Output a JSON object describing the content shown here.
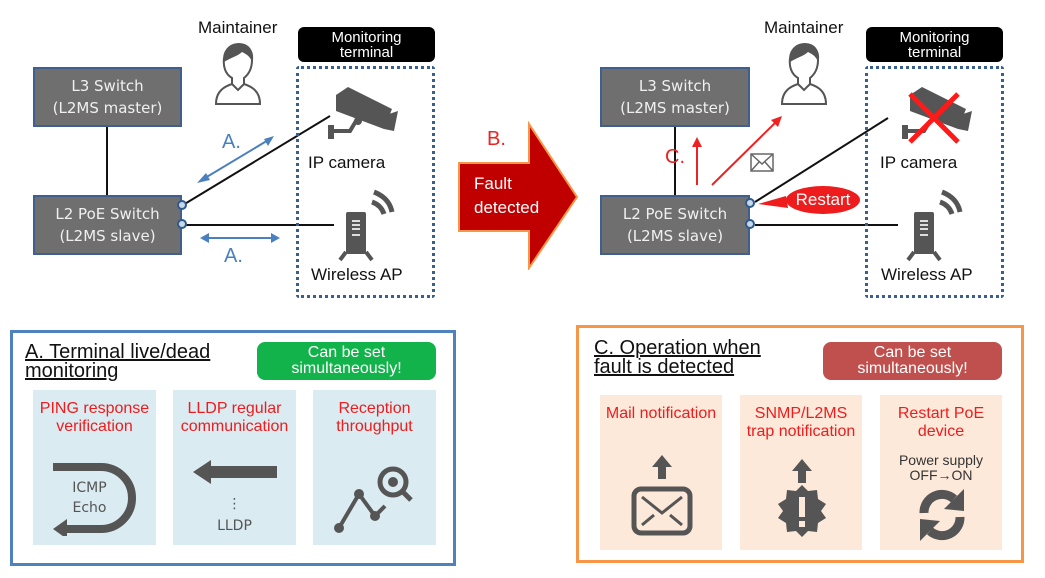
{
  "left_diagram": {
    "maintainer_label": "Maintainer",
    "monitoring_terminal_label": "Monitoring terminal",
    "l3_switch": {
      "line1": "L3 Switch",
      "line2": "(L2MS master)"
    },
    "l2_switch": {
      "line1": "L2 PoE Switch",
      "line2": "(L2MS slave)"
    },
    "ip_camera_label": "IP camera",
    "wireless_ap_label": "Wireless AP",
    "arrow_label_top": "A.",
    "arrow_label_bottom": "A."
  },
  "fault_arrow": {
    "step_label": "B.",
    "text_line1": "Fault",
    "text_line2": "detected"
  },
  "right_diagram": {
    "maintainer_label": "Maintainer",
    "monitoring_terminal_label": "Monitoring terminal",
    "l3_switch": {
      "line1": "L3 Switch",
      "line2": "(L2MS master)"
    },
    "l2_switch": {
      "line1": "L2 PoE Switch",
      "line2": "(L2MS slave)"
    },
    "ip_camera_label": "IP camera",
    "wireless_ap_label": "Wireless AP",
    "arrow_label": "C.",
    "restart_callout": "Restart"
  },
  "panel_a": {
    "title_line1": "A. Terminal live/dead",
    "title_line2": "monitoring",
    "badge_line1": "Can be set",
    "badge_line2": "simultaneously!",
    "badge_color": "#13b34b",
    "border_color": "#4f81bd",
    "card_bg": "#daebf2",
    "cards": [
      {
        "title_line1": "PING response",
        "title_line2": "verification",
        "icon": "icmp-echo-icon",
        "icon_text_line1": "ICMP",
        "icon_text_line2": "Echo"
      },
      {
        "title_line1": "LLDP regular",
        "title_line2": "communication",
        "icon": "lldp-arrow-icon",
        "icon_text_line1": "⋮",
        "icon_text_line2": "LLDP"
      },
      {
        "title_line1": "Reception",
        "title_line2": "throughput",
        "icon": "throughput-graph-icon"
      }
    ]
  },
  "panel_c": {
    "title_line1": "C. Operation when",
    "title_line2": "fault is detected",
    "badge_line1": "Can be set",
    "badge_line2": "simultaneously!",
    "badge_color": "#c0504d",
    "border_color": "#f79646",
    "card_bg": "#fde9da",
    "cards": [
      {
        "title_line1": "Mail notification",
        "title_line2": "",
        "icon": "mail-upload-icon"
      },
      {
        "title_line1": "SNMP/L2MS",
        "title_line2": "trap notification",
        "icon": "alert-upload-icon"
      },
      {
        "title_line1": "Restart PoE",
        "title_line2": "device",
        "sub_line1": "Power supply",
        "sub_line2": "OFF→ON",
        "icon": "refresh-icon"
      }
    ]
  }
}
